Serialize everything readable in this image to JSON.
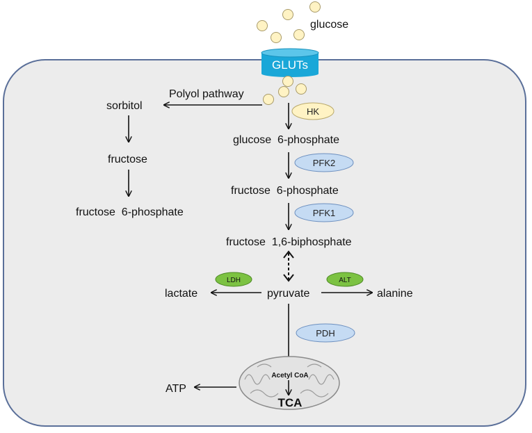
{
  "glucose_label": "glucose",
  "transporter": "GLUTs",
  "pathway_label": "Polyol pathway",
  "metabolites": {
    "sorbitol": "sorbitol",
    "fructose": "fructose",
    "fructose_6p_left": "fructose  6-phosphate",
    "glucose_6p": "glucose  6-phosphate",
    "fructose_6p": "fructose  6-phosphate",
    "fructose_16bp": "fructose  1,6-biphosphate",
    "pyruvate": "pyruvate",
    "lactate": "lactate",
    "alanine": "alanine",
    "atp": "ATP",
    "acetyl_coa": "Acetyl CoA",
    "tca": "TCA"
  },
  "enzymes": {
    "hk": "HK",
    "pfk2": "PFK2",
    "pfk1": "PFK1",
    "ldh": "LDH",
    "alt": "ALT",
    "pdh": "PDH"
  },
  "colors": {
    "cell_fill": "#ececec",
    "cell_border": "#5a6f99",
    "glut_blue": "#1aa7d8",
    "glucose_fill": "#fff3c4",
    "hk_fill": "#fff3c4",
    "blue_enzyme_fill": "#c5dbf3",
    "green_enzyme_fill": "#7cc242"
  }
}
